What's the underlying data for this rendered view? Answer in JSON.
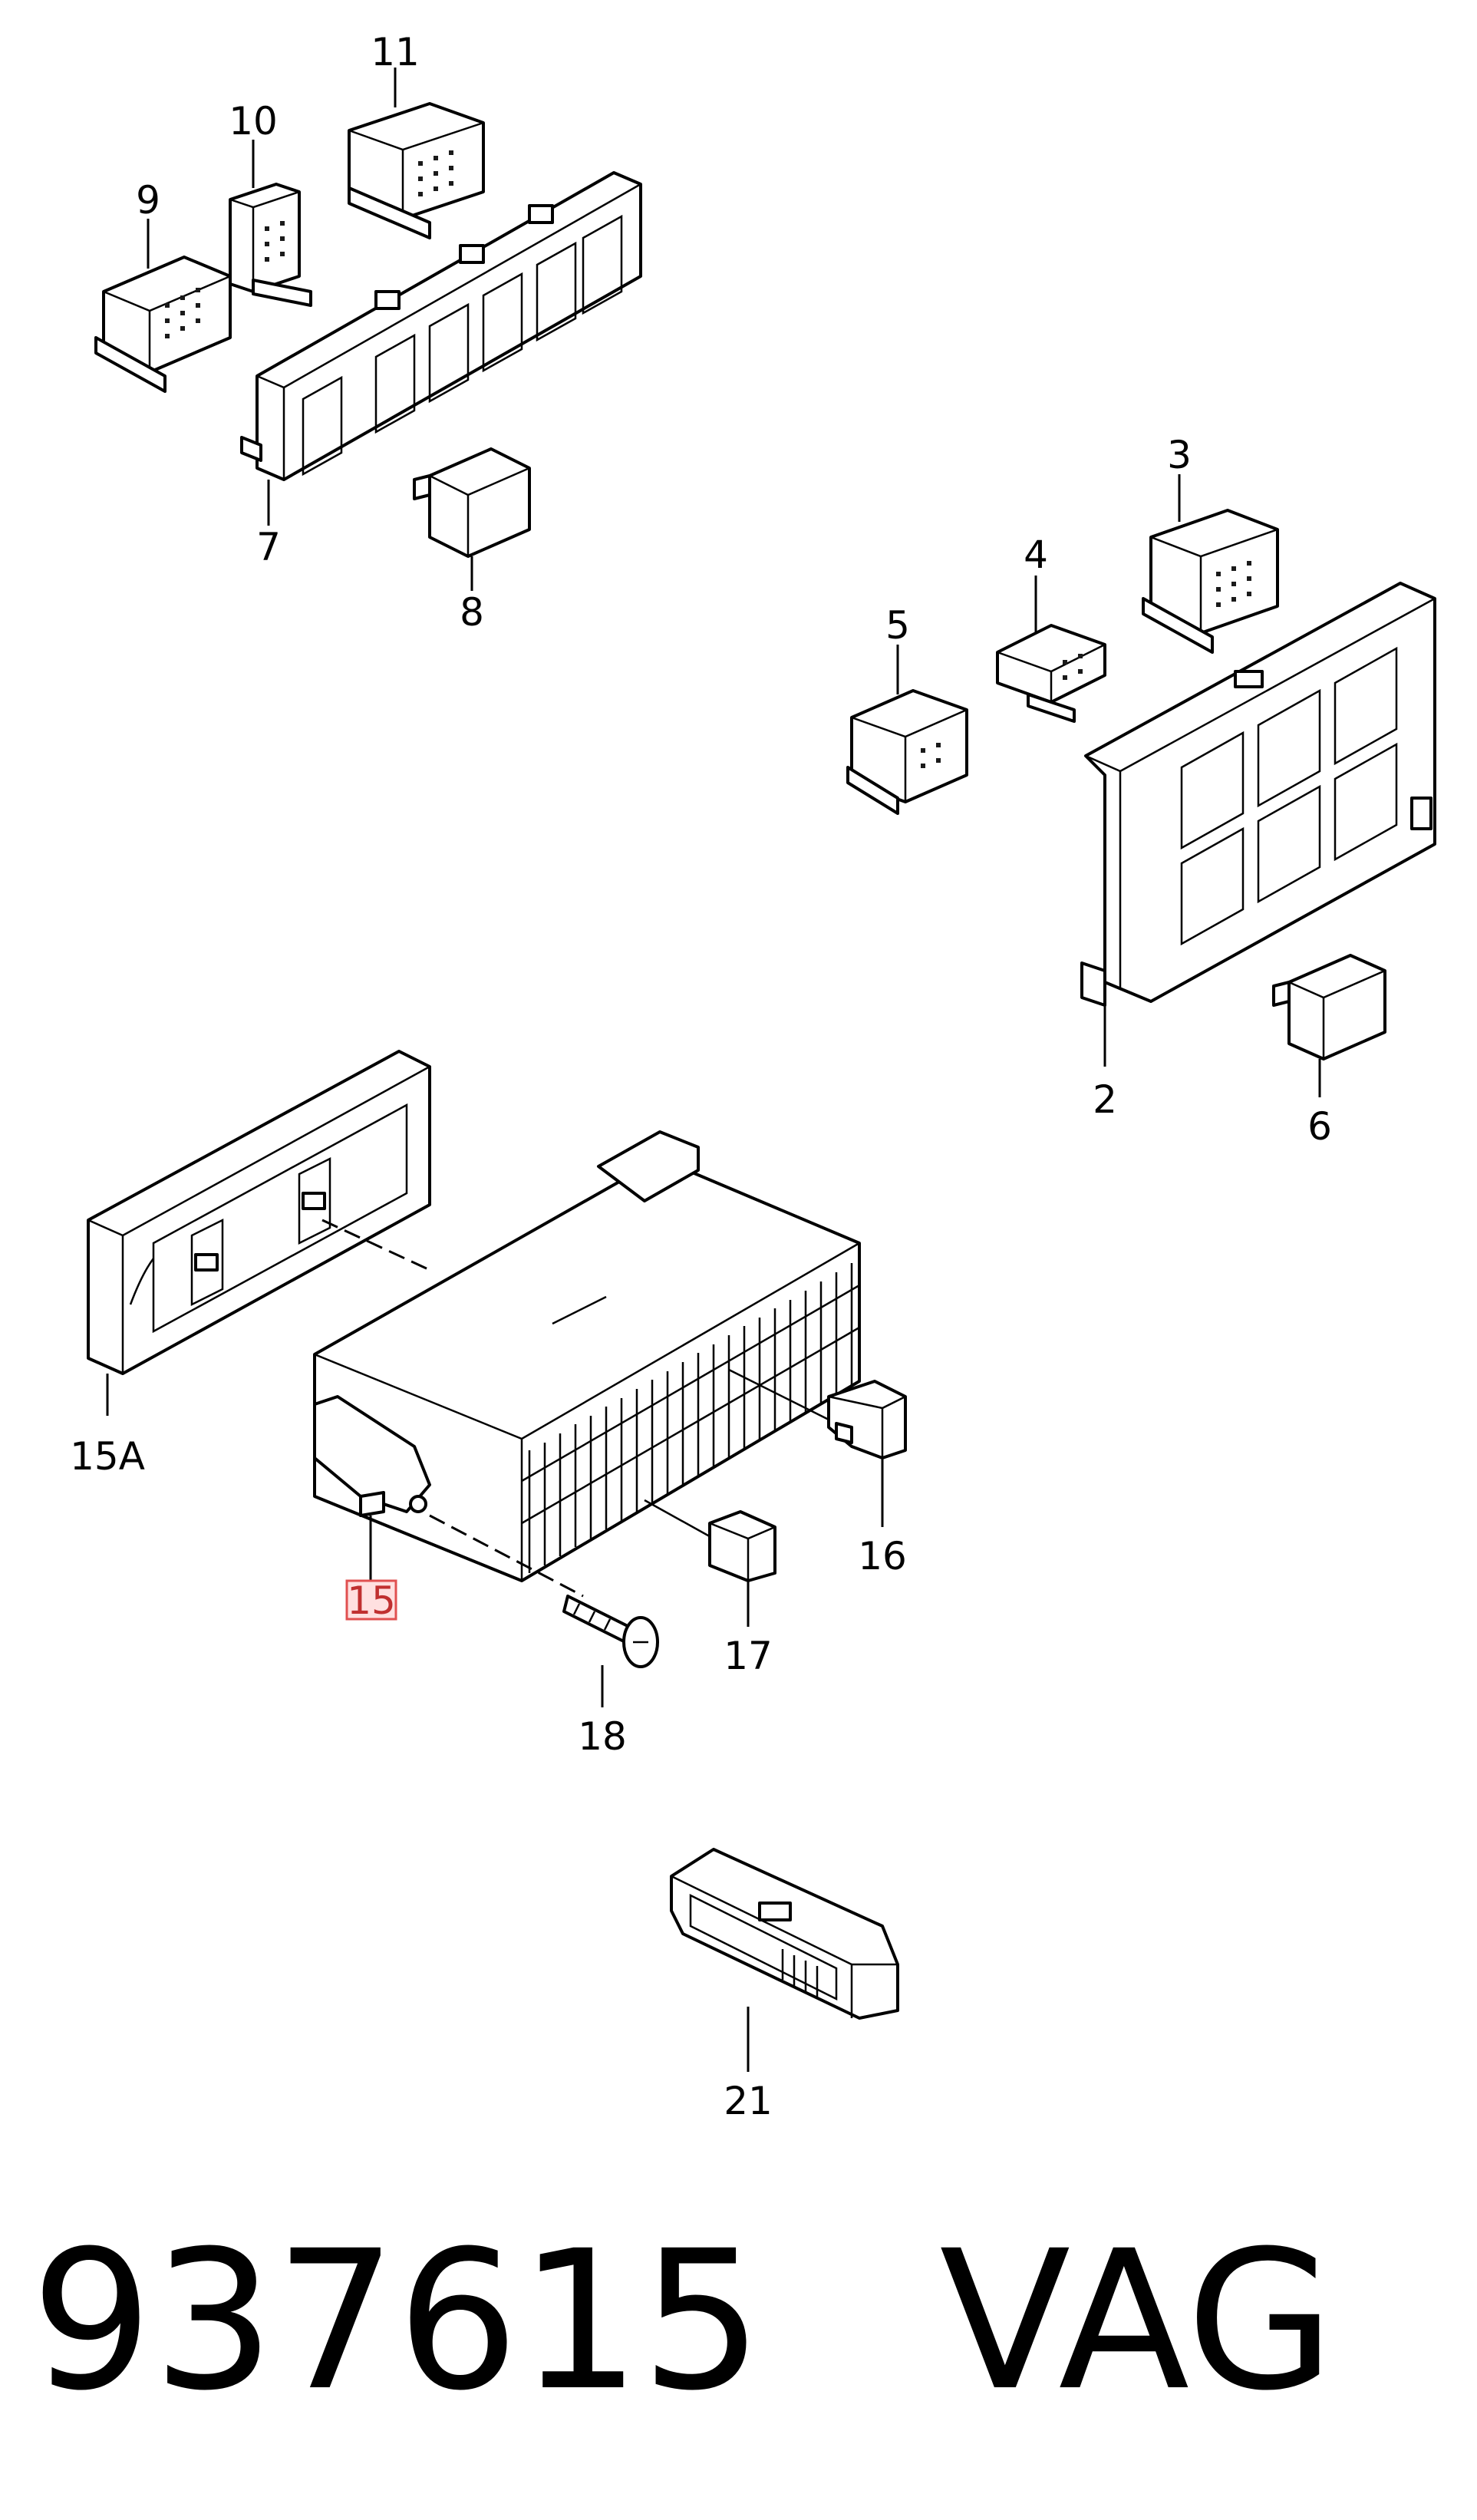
{
  "parts": {
    "p2": "2",
    "p3": "3",
    "p4": "4",
    "p5": "5",
    "p6": "6",
    "p7": "7",
    "p8": "8",
    "p9": "9",
    "p10": "10",
    "p11": "11",
    "p15": "15",
    "p15a": "15A",
    "p16": "16",
    "p17": "17",
    "p18": "18",
    "p21": "21"
  },
  "highlighted_part": "15",
  "footer": {
    "part_number": "937615",
    "brand": "VAG"
  }
}
